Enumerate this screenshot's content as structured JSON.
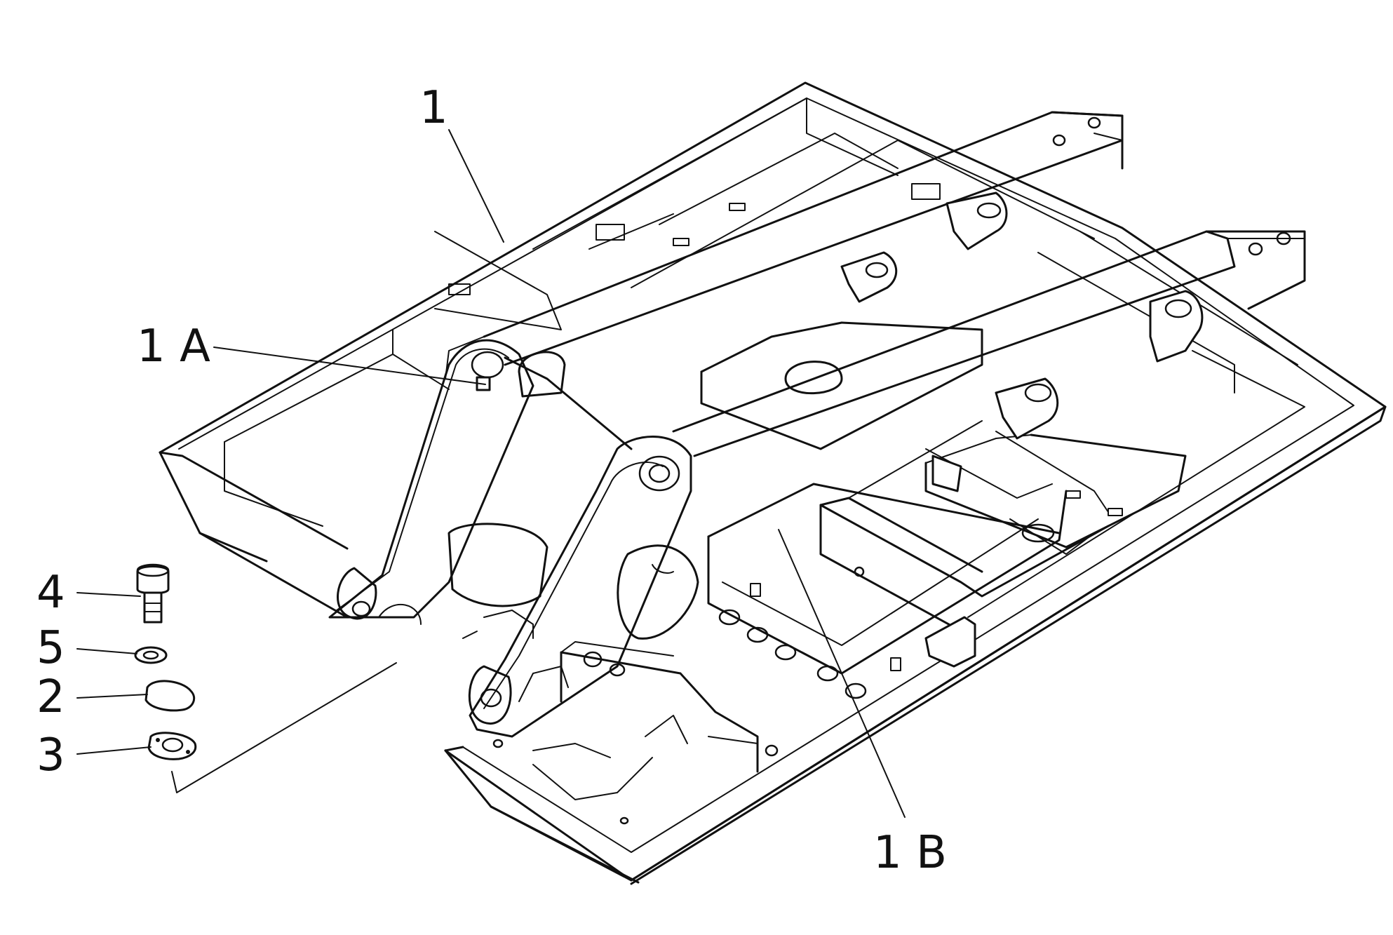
{
  "callouts": {
    "c1": "1",
    "c1a": "1 A",
    "c1b": "1 B",
    "c2": "2",
    "c3": "3",
    "c4": "4",
    "c5": "5"
  }
}
